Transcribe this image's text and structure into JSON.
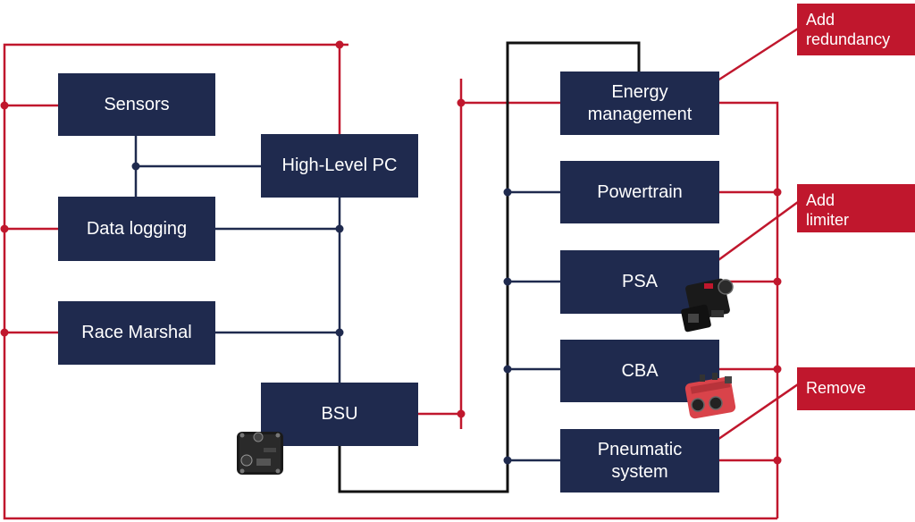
{
  "colors": {
    "node_fill": "#1f2a4e",
    "node_text": "#ffffff",
    "power_bus": "#c0172d",
    "data_bus": "#1f2a4e",
    "pneumatic_line": "#111111",
    "callout_fill": "#c0172d"
  },
  "nodes": {
    "sensors": "Sensors",
    "data_logging": "Data logging",
    "race_marshal": "Race Marshal",
    "high_level_pc": "High-Level PC",
    "bsu": "BSU",
    "energy_management": "Energy\nmanagement",
    "powertrain": "Powertrain",
    "psa": "PSA",
    "cba": "CBA",
    "pneumatic_system": "Pneumatic\nsystem"
  },
  "callouts": {
    "add_redundancy": "Add\nredundancy",
    "add_limiter": "Add\nlimiter",
    "remove": "Remove"
  },
  "icons": {
    "bsu": "bsu-module-icon",
    "psa": "psa-actuator-icon",
    "cba": "cba-actuator-icon"
  }
}
